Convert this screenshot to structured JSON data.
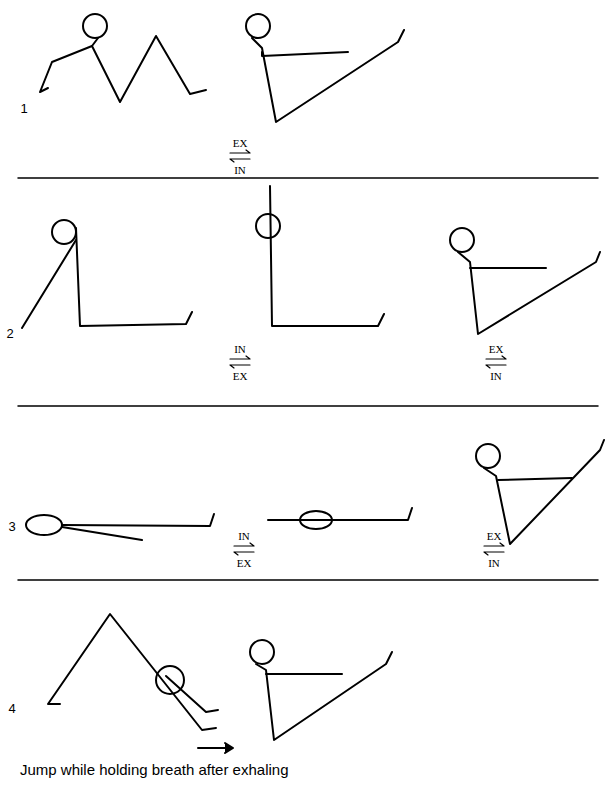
{
  "diagram": {
    "labels": [
      "1",
      "EX",
      "IN",
      "2",
      "IN",
      "EX",
      "EX",
      "IN",
      "3",
      "IN",
      "EX",
      "EX",
      "IN",
      "4",
      "Jump while holding breath after exhaling"
    ]
  }
}
